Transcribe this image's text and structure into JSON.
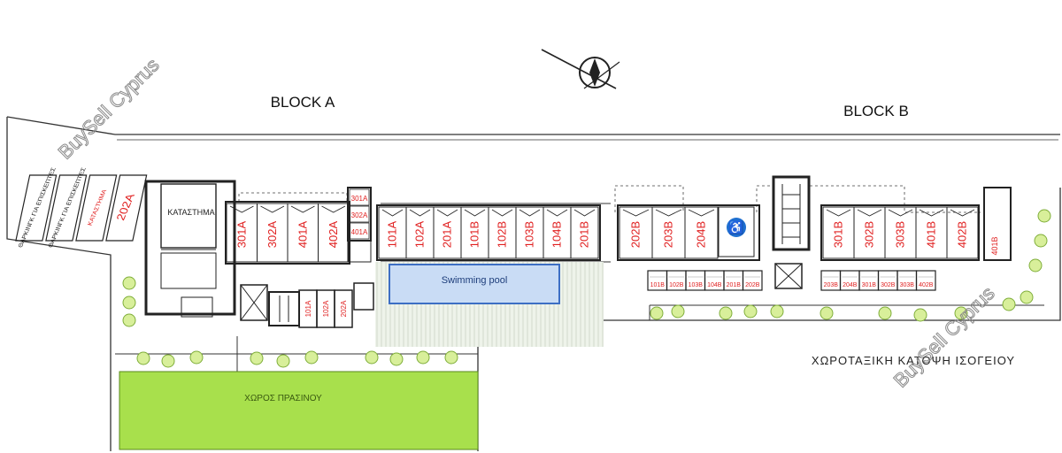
{
  "blocks": {
    "a_label": "BLOCK A",
    "b_label": "BLOCK B"
  },
  "rooms": {
    "shop": "ΚΑΤΑΣΤΗΜΑ",
    "pool": "Swimming pool",
    "green_area": "ΧΩΡΟΣ ΠΡΑΣΙΝΟΥ",
    "plan_title": "ΧΩΡΟΤΑΞΙΚΗ ΚΑΤΟΨΗ ΙΣΟΓΕΙΟΥ"
  },
  "angled_spaces": [
    "ΘΑΡΚΙΝΓΚ ΓΙΑ ΕΠΙΣΚΕΠΤΕΣ",
    "ΘΑΡΚΙΝΓΚ ΓΙΑ ΕΠΙΣΚΕΠΤΕΣ",
    "ΚΑΤΑΣΤΗΜΑ",
    "202A"
  ],
  "parking_a_left": [
    "301A",
    "302A",
    "401A",
    "402A"
  ],
  "parking_a_small": [
    "301A",
    "302A",
    "401A"
  ],
  "storage_a": [
    "101A",
    "102A",
    "202A"
  ],
  "parking_center": [
    "101A",
    "102A",
    "201A",
    "101B",
    "102B",
    "103B",
    "104B",
    "201B"
  ],
  "parking_b_mid": [
    "202B",
    "203B",
    "204B"
  ],
  "parking_b_right": [
    "301B",
    "302B",
    "303B",
    "401B",
    "402B"
  ],
  "parking_b_single": "401B",
  "storage_b_mid": [
    "101B",
    "102B",
    "103B",
    "104B",
    "201B",
    "202B"
  ],
  "storage_b_right": [
    "203B",
    "204B",
    "301B",
    "302B",
    "303B",
    "402B"
  ],
  "watermarks": [
    "BuySell Cyprus",
    "BuySell Cyprus"
  ],
  "colors": {
    "green_area": "#a8e04c",
    "pool_fill": "#c9dcf5",
    "pool_border": "#3d6fc4",
    "slot_label": "#e02020",
    "disabled_icon": "#1e6fd0",
    "watermark": "#8a8a8a"
  }
}
